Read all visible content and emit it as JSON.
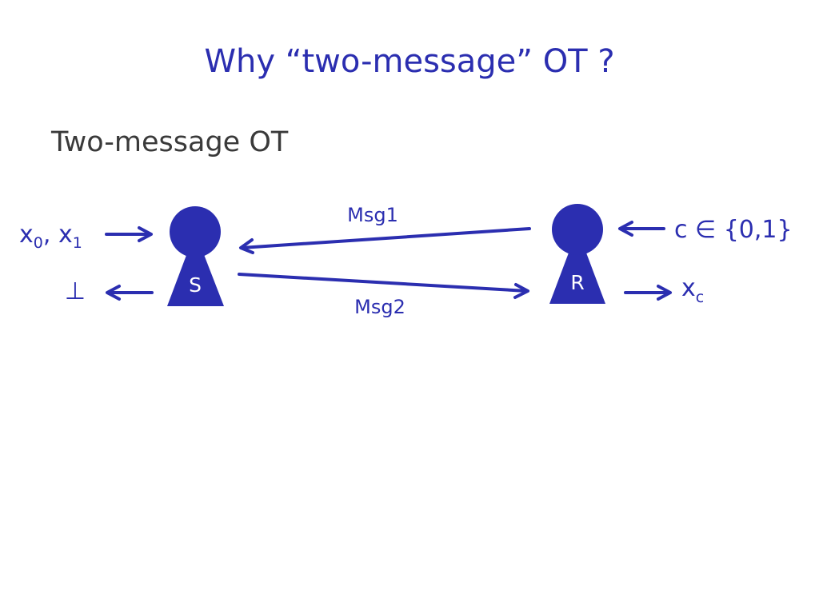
{
  "slide": {
    "title": "Why “two-message” OT ?",
    "subheading": "Two-message OT"
  },
  "diagram": {
    "sender": {
      "label": "S",
      "input_x0_base": "x",
      "input_x0_sub": "0",
      "input_separator": ", ",
      "input_x1_base": "x",
      "input_x1_sub": "1",
      "output": "⊥"
    },
    "receiver": {
      "label": "R",
      "input": "c ∈ {0,1}",
      "output_base": "x",
      "output_sub": "c"
    },
    "messages": [
      {
        "label": "Msg1",
        "direction": "receiver-to-sender"
      },
      {
        "label": "Msg2",
        "direction": "sender-to-receiver"
      }
    ],
    "colors": {
      "primary": "#2b2eb0",
      "subheading": "#3a3a3a",
      "background": "#ffffff"
    }
  }
}
